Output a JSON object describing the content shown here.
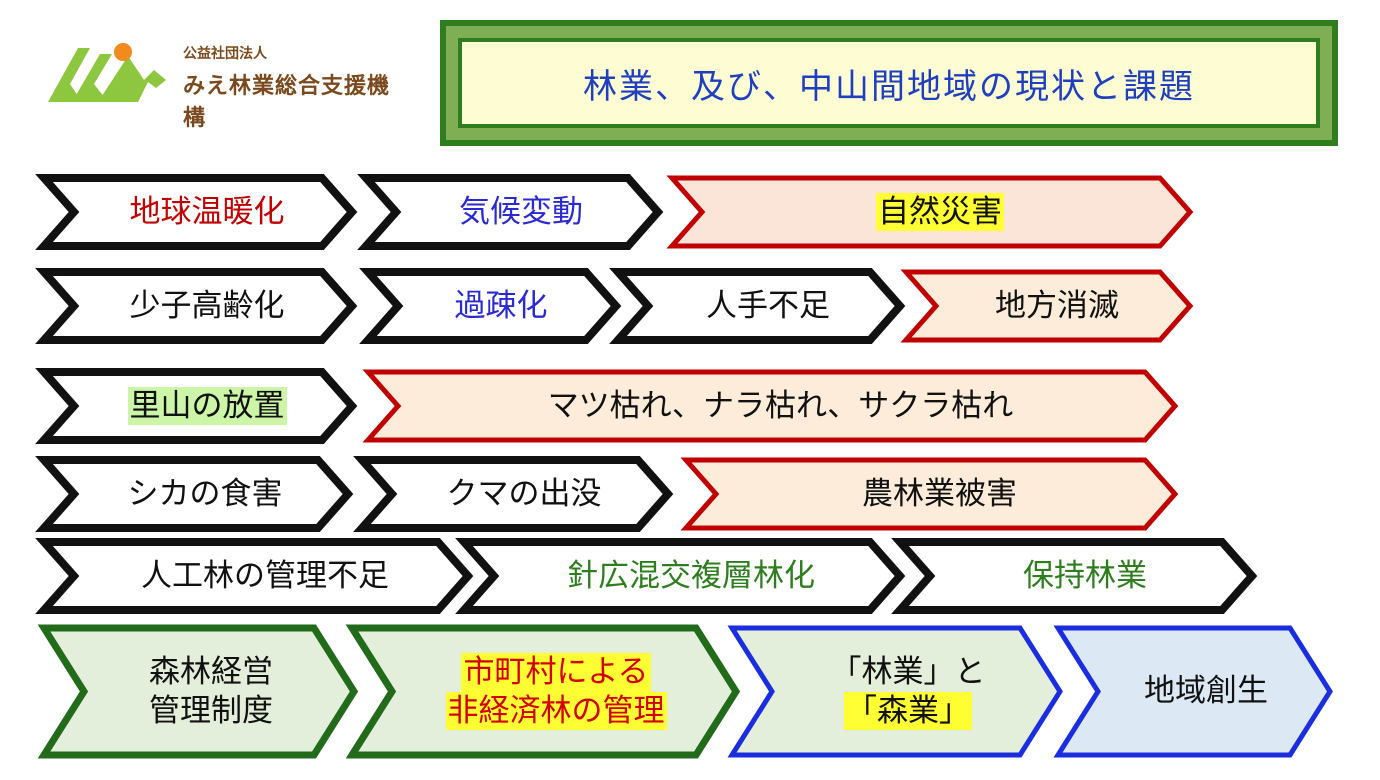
{
  "logo": {
    "org_type": "公益社団法人",
    "org_name": "みえ林業総合支援機構"
  },
  "title": "林業、及び、中山間地域の現状と課題",
  "chevrons": [
    {
      "id": "c1",
      "lines": [
        {
          "text": "地球温暖化",
          "color": "#c00000"
        }
      ],
      "stroke": "#111111",
      "fill": "#ffffff"
    },
    {
      "id": "c2",
      "lines": [
        {
          "text": "気候変動",
          "color": "#2a2ad0"
        }
      ],
      "stroke": "#111111",
      "fill": "#ffffff"
    },
    {
      "id": "c3",
      "lines": [
        {
          "text": "自然災害",
          "color": "#111111",
          "highlight": "#ffff33"
        }
      ],
      "stroke": "#c00000",
      "fill": "#fbe4d8"
    },
    {
      "id": "c4",
      "lines": [
        {
          "text": "少子高齢化",
          "color": "#111111"
        }
      ],
      "stroke": "#111111",
      "fill": "#ffffff"
    },
    {
      "id": "c5",
      "lines": [
        {
          "text": "過疎化",
          "color": "#2a2ad0"
        }
      ],
      "stroke": "#111111",
      "fill": "#ffffff"
    },
    {
      "id": "c6",
      "lines": [
        {
          "text": "人手不足",
          "color": "#111111"
        }
      ],
      "stroke": "#111111",
      "fill": "#ffffff"
    },
    {
      "id": "c7",
      "lines": [
        {
          "text": "地方消滅",
          "color": "#111111"
        }
      ],
      "stroke": "#c00000",
      "fill": "#fcecd9"
    },
    {
      "id": "c8",
      "lines": [
        {
          "text": "里山の放置",
          "color": "#111111",
          "highlight": "#ccf5a8"
        }
      ],
      "stroke": "#111111",
      "fill": "#ffffff"
    },
    {
      "id": "c9",
      "lines": [
        {
          "text": "マツ枯れ、ナラ枯れ、サクラ枯れ",
          "color": "#111111"
        }
      ],
      "stroke": "#c00000",
      "fill": "#fcecd9"
    },
    {
      "id": "c10",
      "lines": [
        {
          "text": "シカの食害",
          "color": "#111111"
        }
      ],
      "stroke": "#111111",
      "fill": "#ffffff"
    },
    {
      "id": "c11",
      "lines": [
        {
          "text": "クマの出没",
          "color": "#111111"
        }
      ],
      "stroke": "#111111",
      "fill": "#ffffff"
    },
    {
      "id": "c12",
      "lines": [
        {
          "text": "農林業被害",
          "color": "#111111"
        }
      ],
      "stroke": "#c00000",
      "fill": "#fcecd9"
    },
    {
      "id": "c13",
      "lines": [
        {
          "text": "人工林の管理不足",
          "color": "#111111"
        }
      ],
      "stroke": "#111111",
      "fill": "#ffffff"
    },
    {
      "id": "c14",
      "lines": [
        {
          "text": "針広混交複層林化",
          "color": "#2e7d1f"
        }
      ],
      "stroke": "#111111",
      "fill": "#ffffff"
    },
    {
      "id": "c15",
      "lines": [
        {
          "text": "保持林業",
          "color": "#2e7d1f"
        }
      ],
      "stroke": "#111111",
      "fill": "#ffffff"
    },
    {
      "id": "c16",
      "lines": [
        {
          "text": "森林経営",
          "color": "#111111"
        },
        {
          "text": "管理制度",
          "color": "#111111"
        }
      ],
      "stroke": "#226b1a",
      "fill": "#e3eedb"
    },
    {
      "id": "c17",
      "lines": [
        {
          "text": "市町村による",
          "color": "#d00000",
          "highlight": "#ffff33"
        },
        {
          "text": "非経済林の管理",
          "color": "#d00000",
          "highlight": "#ffff33"
        }
      ],
      "stroke": "#226b1a",
      "fill": "#e3eedb"
    },
    {
      "id": "c18",
      "lines": [
        {
          "text": "「林業」と",
          "color": "#111111"
        },
        {
          "text": "「森業」",
          "color": "#111111",
          "highlight": "#ffff33"
        }
      ],
      "stroke": "#1a2ee0",
      "fill": "#e3eedb"
    },
    {
      "id": "c19",
      "lines": [
        {
          "text": "地域創生",
          "color": "#111111"
        }
      ],
      "stroke": "#1a2ee0",
      "fill": "#dde8f5"
    }
  ]
}
